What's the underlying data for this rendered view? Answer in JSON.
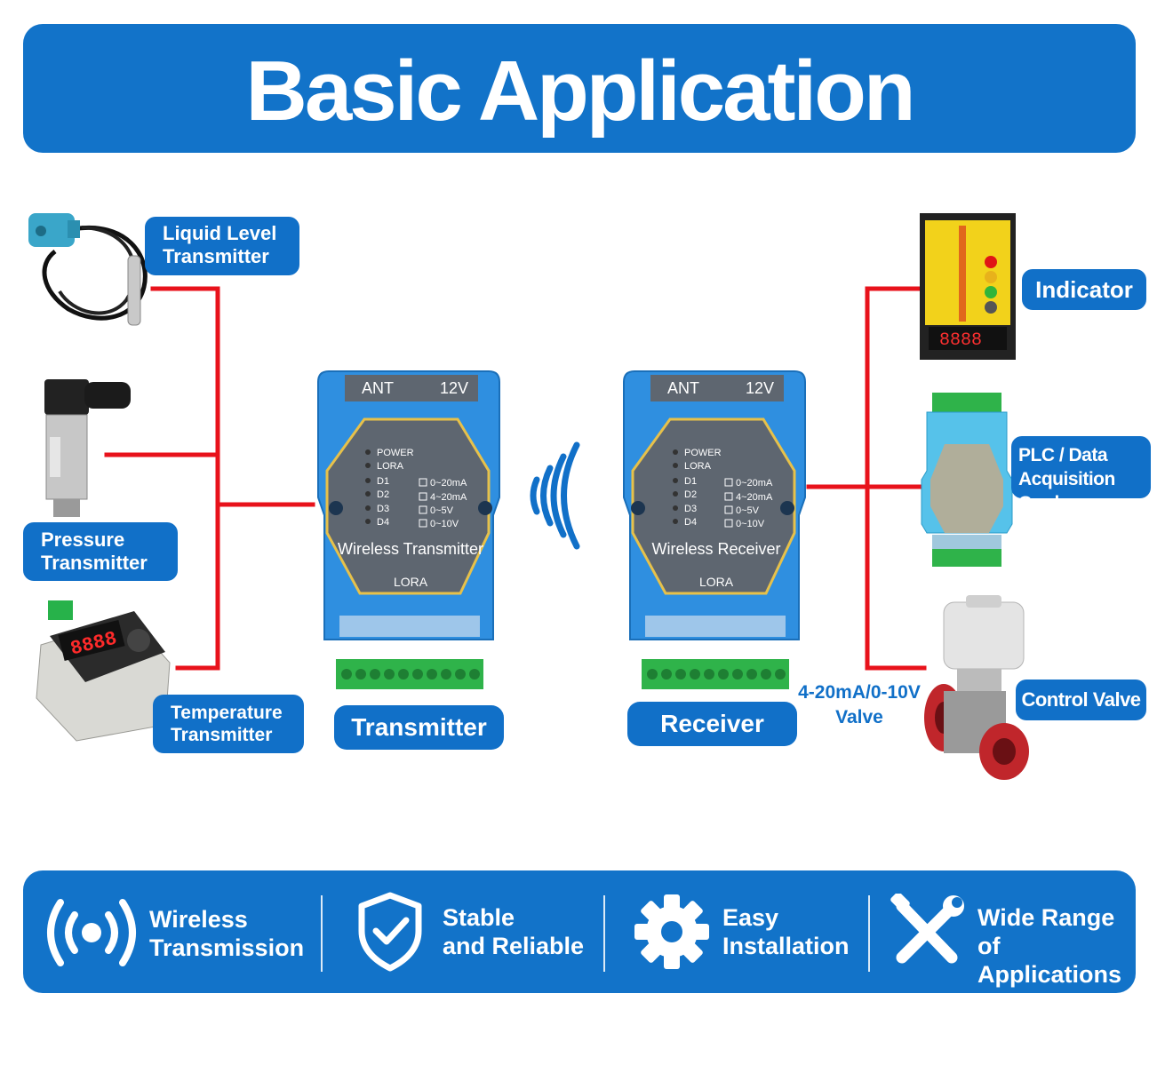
{
  "header": {
    "title": "Basic Application"
  },
  "sensors": {
    "liquid_level": [
      "Liquid Level",
      "Transmitter"
    ],
    "pressure": [
      "Pressure",
      "Transmitter"
    ],
    "temperature": [
      "Temperature",
      "Transmitter"
    ],
    "temperature_display": "8888"
  },
  "transmitter": {
    "ant": "ANT",
    "voltage": "12V",
    "leds": [
      "POWER",
      "LORA",
      "D1",
      "D2",
      "D3",
      "D4"
    ],
    "modes": [
      "0~20mA",
      "4~20mA",
      "0~5V",
      "0~10V"
    ],
    "name": "Wireless Transmitter",
    "protocol": "LORA",
    "caption": "Transmitter"
  },
  "receiver": {
    "ant": "ANT",
    "voltage": "12V",
    "leds": [
      "POWER",
      "LORA",
      "D1",
      "D2",
      "D3",
      "D4"
    ],
    "modes": [
      "0~20mA",
      "4~20mA",
      "0~5V",
      "0~10V"
    ],
    "name": "Wireless Receiver",
    "protocol": "LORA",
    "caption": "Receiver"
  },
  "outputs": {
    "indicator": "Indicator",
    "indicator_display": "8888",
    "plc": [
      "PLC / Data",
      "Acquisition Card"
    ],
    "valve": "Control Valve",
    "valve_signal": [
      "4-20mA/0-10V",
      "Valve"
    ]
  },
  "features": [
    {
      "icon": "wireless-icon",
      "lines": [
        "Wireless",
        "Transmission"
      ]
    },
    {
      "icon": "shield-check-icon",
      "lines": [
        "Stable",
        "and Reliable"
      ]
    },
    {
      "icon": "gear-icon",
      "lines": [
        "Easy",
        "Installation"
      ]
    },
    {
      "icon": "tools-icon",
      "lines": [
        "Wide Range",
        "of Applications"
      ]
    }
  ],
  "colors": {
    "brand_blue": "#1273c9",
    "wire_red": "#e8121b",
    "module_blue": "#2f8fe0",
    "terminal_green": "#2fb34a"
  }
}
